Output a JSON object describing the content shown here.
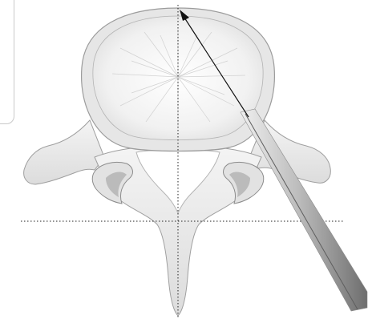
{
  "diagram": {
    "subject": "lumbar-vertebra-superior-view",
    "colors": {
      "background": "#ffffff",
      "bone_fill": "#ececec",
      "bone_light": "#f6f6f6",
      "bone_outline": "#a9a9a9",
      "bone_shadow": "#7a7a7a",
      "body_texture": "#d9d9d9",
      "guide_line": "#222222",
      "arrow": "#111111",
      "instrument_light": "#d8d8d8",
      "instrument_dark": "#6e6e6e",
      "panel_border": "#c9c9c9"
    },
    "icons": {
      "arrowhead": "arrowhead-icon",
      "instrument": "probe-instrument-icon"
    },
    "guides": {
      "vertical": "dotted",
      "horizontal": "dotted"
    }
  }
}
